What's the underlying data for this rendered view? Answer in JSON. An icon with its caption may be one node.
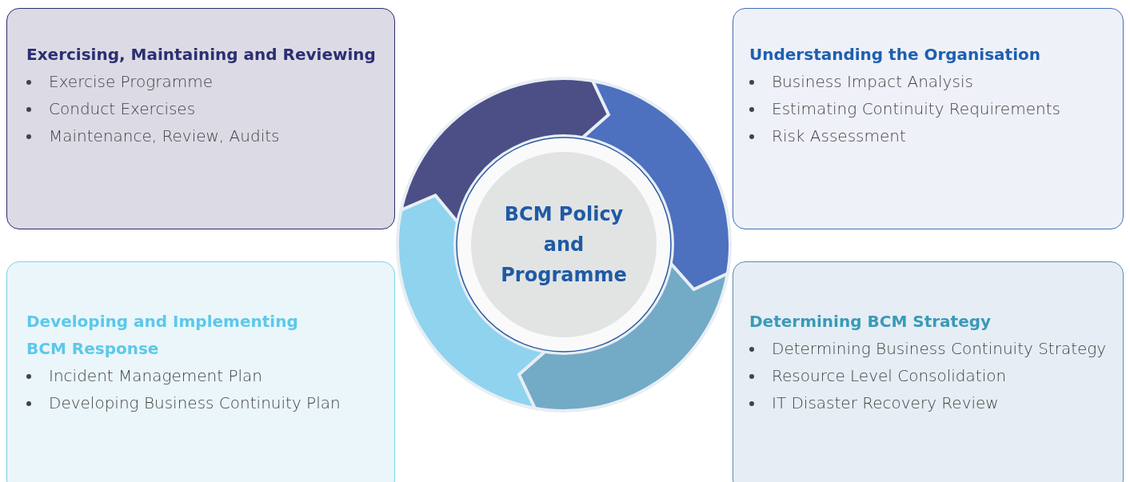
{
  "diagram": {
    "nodes": [
      {
        "text": [
          "Exercising, Maintaining and Reviewing",
          "Exercise Programme",
          "Conduct Exercises",
          "Maintenance, Review, Audits"
        ]
      },
      {
        "text": [
          "Understanding the Organisation",
          "Business Impact Analysis",
          "Estimating Continuity Requirements",
          "Risk Assessment"
        ]
      },
      {
        "text": [
          "BCM Policy and Programme"
        ]
      },
      {
        "text": [
          "Developing and Implementing BCM Response",
          "Incident Management Plan",
          "Developing Business Continuity Plan"
        ]
      },
      {
        "text": [
          "Determining BCM Strategy",
          "Determining Business Continuity Strategy",
          "Resource Level Consolidation",
          "IT Disaster Recovery Review"
        ]
      }
    ]
  }
}
